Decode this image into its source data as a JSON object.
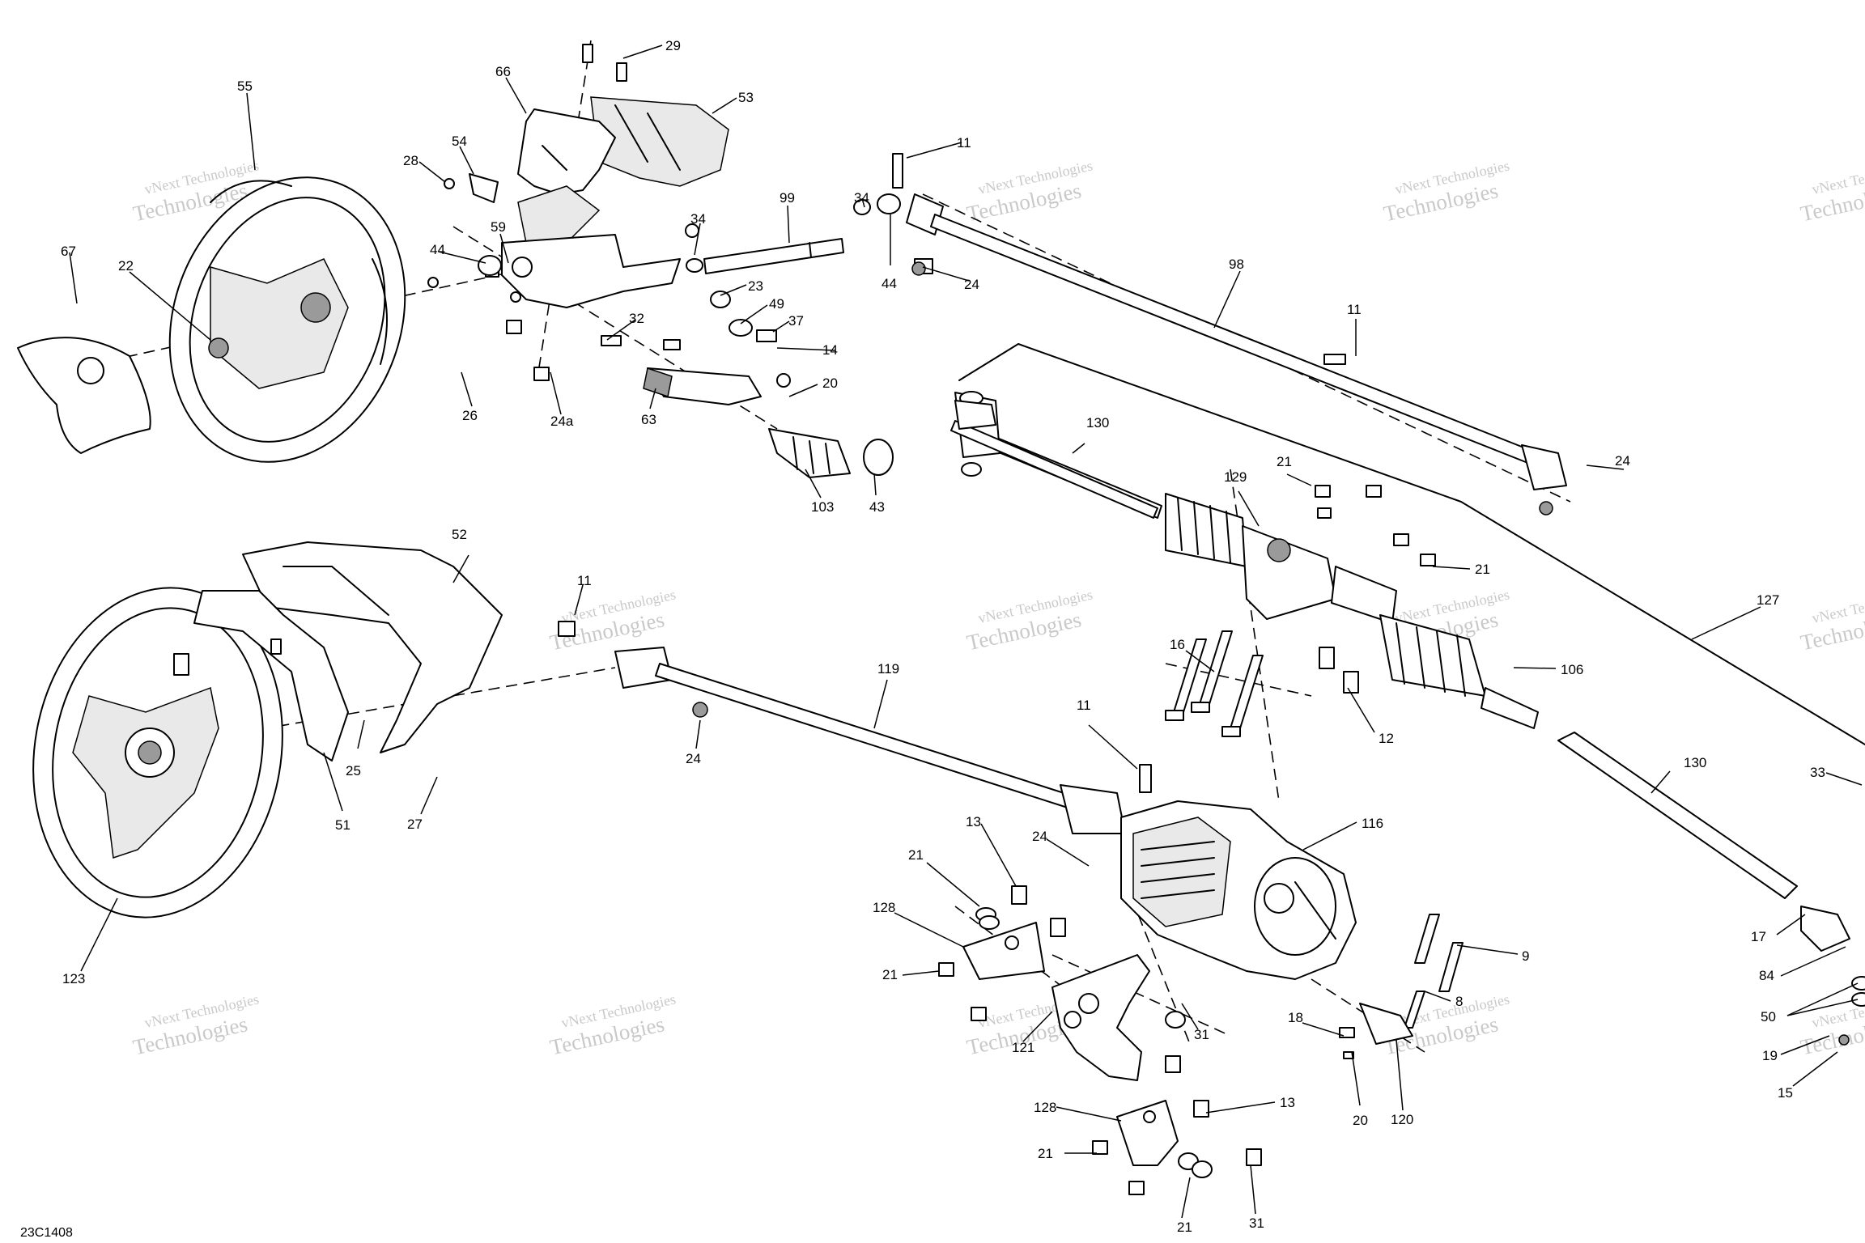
{
  "drawing_code": "23C1408",
  "watermark": {
    "line1": "vNext Technologies",
    "line2": "Technologies"
  },
  "callouts": [
    "55",
    "66",
    "29",
    "53",
    "28",
    "54",
    "67",
    "22",
    "59",
    "44",
    "26",
    "24a",
    "32",
    "23",
    "49",
    "37",
    "14",
    "63",
    "20",
    "103",
    "43",
    "99",
    "34",
    "34",
    "44",
    "24",
    "11",
    "98",
    "11",
    "130",
    "129",
    "21",
    "21",
    "24",
    "127",
    "16",
    "106",
    "12",
    "130",
    "33",
    "52",
    "11",
    "119",
    "24",
    "25",
    "51",
    "27",
    "123",
    "11",
    "116",
    "13",
    "24",
    "21",
    "128",
    "21",
    "121",
    "31",
    "9",
    "8",
    "18",
    "20",
    "120",
    "17",
    "84",
    "50",
    "19",
    "15",
    "128",
    "21",
    "13",
    "21",
    "31"
  ]
}
